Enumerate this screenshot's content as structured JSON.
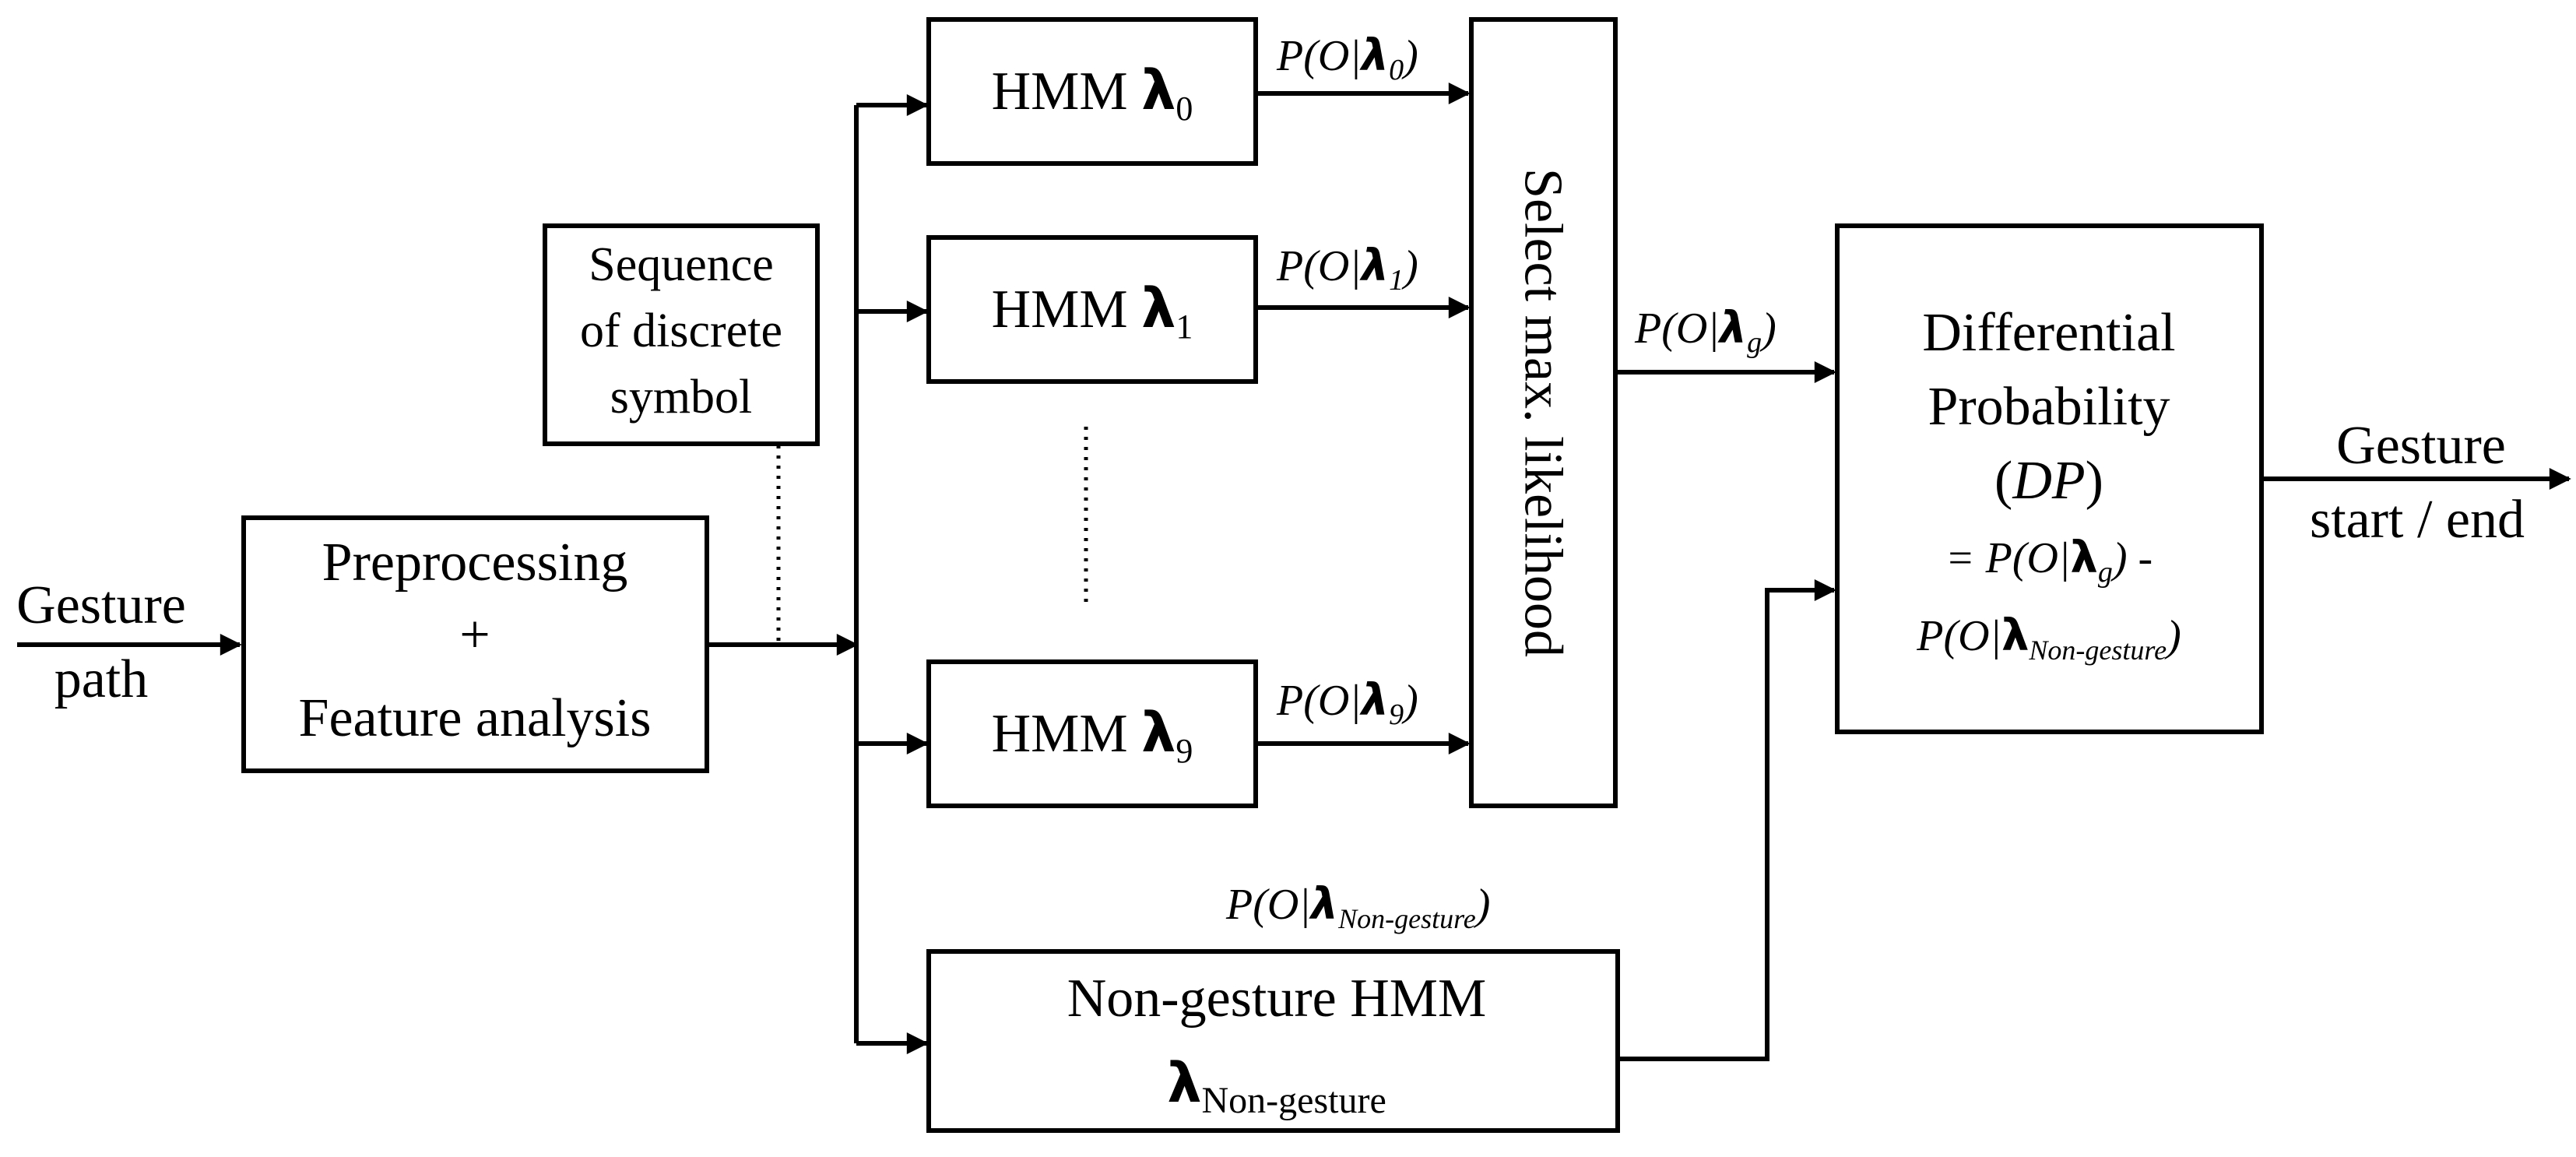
{
  "nodes": {
    "input": {
      "line1": "Gesture",
      "line2": "path"
    },
    "preproc": {
      "line1": "Preprocessing",
      "line2": "+",
      "line3": "Feature analysis"
    },
    "sequence": {
      "line1": "Sequence",
      "line2": "of discrete",
      "line3": "symbol"
    },
    "hmm0": {
      "label": "HMM ",
      "lambda": "λ",
      "sub": "0"
    },
    "hmm1": {
      "label": "HMM ",
      "lambda": "λ",
      "sub": "1"
    },
    "hmm9": {
      "label": "HMM ",
      "lambda": "λ",
      "sub": "9"
    },
    "nongesture": {
      "line1": "Non-gesture HMM",
      "lambda": "λ",
      "sub": "Non-gesture"
    },
    "select": {
      "label": "Select max. likelihood"
    },
    "dp": {
      "line1": "Differential",
      "line2": "Probability",
      "line3_open": "(",
      "line3_mid": "DP",
      "line3_close": ")",
      "formula1_pre": "= P(O|",
      "formula1_lambda": "λ",
      "formula1_sub": "g",
      "formula1_post": ") -",
      "formula2_pre": "P(O|",
      "formula2_lambda": "λ",
      "formula2_sub": "Non-gesture",
      "formula2_post": ")"
    },
    "output": {
      "line1": "Gesture",
      "line2": "start / end"
    }
  },
  "edge_labels": {
    "p0": {
      "pre": "P(O|",
      "lambda": "λ",
      "sub": "0",
      "post": ")"
    },
    "p1": {
      "pre": "P(O|",
      "lambda": "λ",
      "sub": "1",
      "post": ")"
    },
    "p9": {
      "pre": "P(O|",
      "lambda": "λ",
      "sub": "9",
      "post": ")"
    },
    "pg": {
      "pre": "P(O|",
      "lambda": "λ",
      "sub": "g",
      "post": ")"
    },
    "png": {
      "pre": "P(O|",
      "lambda": "λ",
      "sub": "Non-gesture",
      "post": ")"
    }
  }
}
